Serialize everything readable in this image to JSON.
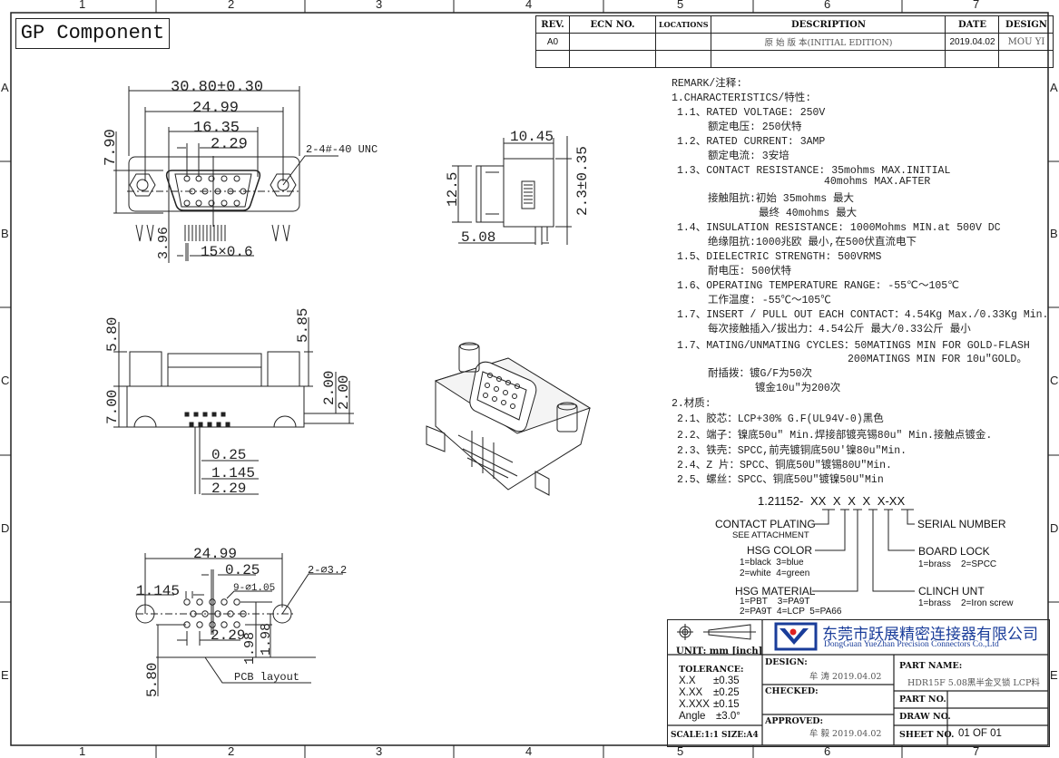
{
  "title_box": "GP Component",
  "grid": {
    "cols": [
      "1",
      "2",
      "3",
      "4",
      "5",
      "6",
      "7"
    ],
    "rows": [
      "A",
      "B",
      "C",
      "D",
      "E"
    ]
  },
  "revision_table": {
    "headers": [
      "REV.",
      "ECN NO.",
      "LOCATIONS",
      "DESCRIPTION",
      "DATE",
      "DESIGN"
    ],
    "rows": [
      [
        "A0",
        "",
        "",
        "原 始 版 本(INITIAL EDITION)",
        "2019.04.02",
        "MOU YI"
      ],
      [
        "",
        "",
        "",
        "",
        "",
        ""
      ]
    ]
  },
  "remarks": [
    "REMARK/注释:",
    "1.CHARACTERISTICS/特性:",
    "1.1、RATED VOLTAGE: 250V",
    "额定电压: 250伏特",
    "1.2、RATED CURRENT: 3AMP",
    "额定电流: 3安培",
    "1.3、CONTACT RESISTANCE: 35mohms MAX.INITIAL",
    "40mohms MAX.AFTER",
    "接触阻抗:初始 35mohms 最大",
    "最终 40mohms 最大",
    "1.4、INSULATION RESISTANCE: 1000Mohms MIN.at 500V DC",
    "绝缘阻抗:1000兆欧 最小,在500伏直流电下",
    "1.5、DIELECTRIC STRENGTH: 500VRMS",
    "耐电压: 500伏特",
    "1.6、OPERATING TEMPERATURE RANGE: -55℃～105℃",
    "工作温度: -55℃～105℃",
    "1.7、INSERT / PULL OUT EACH CONTACT：4.54Kg Max./0.33Kg Min.",
    "每次接触插入/拔出力：4.54公斤 最大/0.33公斤 最小",
    "1.7、MATING/UNMATING CYCLES：50MATINGS MIN FOR GOLD-FLASH",
    "200MATINGS MIN FOR 10u\"GOLD。",
    "耐插拨：镀G/F为50次",
    "镀金10u\"为200次",
    "2.材质:",
    "2.1、胶芯：LCP+30% G.F(UL94V-0)黑色",
    "2.2、端子：镍底50u\" Min.焊接部镀亮锡80u\" Min.接触点镀金.",
    "2.3、铁壳：SPCC,前壳镀铜底50U'镍80u\"Min.",
    "2.4、Z 片：SPCC、铜底50U\"镀锡80U\"Min.",
    "2.5、螺丝：SPCC、铜底50U\"镀镍50U\"Min"
  ],
  "part_code": {
    "code": "1.21152- XX X X X X-XX",
    "contact_plating": "CONTACT PLATING",
    "see_attachment": "SEE ATTACHMENT",
    "hsg_color": "HSG COLOR",
    "hsg_color_opts": [
      "1=black  3=blue",
      "2=white  4=green"
    ],
    "hsg_material": "HSG MATERIAL",
    "hsg_material_opts": [
      "1=PBT    3=PA9T",
      "2=PA9T  4=LCP  5=PA66"
    ],
    "serial_number": "SERIAL NUMBER",
    "board_lock": "BOARD LOCK",
    "board_lock_opts": "1=brass    2=SPCC",
    "clinch_unt": "CLINCH UNT",
    "clinch_unt_opts": "1=brass    2=Iron screw"
  },
  "title_block": {
    "unit": "UNIT: mm [inch]",
    "tolerance_label": "TOLERANCE:",
    "tolerances": [
      [
        "X.X",
        "±0.35"
      ],
      [
        "X.XX",
        "±0.25"
      ],
      [
        "X.XXX",
        "±0.15"
      ],
      [
        "Angle",
        "±3.0°"
      ]
    ],
    "scale": "SCALE:1:1",
    "size": "SIZE:A4",
    "company_cn": "东莞市跃展精密连接器有限公司",
    "company_en": "DongGuan YueZhan Precision Connectors Co.,Ltd",
    "design_label": "DESIGN:",
    "design_value": "牟 涛 2019.04.02",
    "checked_label": "CHECKED:",
    "approved_label": "APPROVED:",
    "approved_value": "牟 毅 2019.04.02",
    "part_name_label": "PART NAME:",
    "part_name_value": "HDR15F 5.08黑半金叉锁 LCP料",
    "part_no_label": "PART NO.",
    "draw_no_label": "DRAW NO.",
    "sheet_no_label": "SHEET NO.",
    "sheet_no_value": "01 OF 01",
    "brand_color": "#1a3d9a",
    "logo_dot_color": "#e02020"
  },
  "dims": {
    "front": {
      "overall": "30.80±0.30",
      "screw_pitch": "24.99",
      "shell": "16.35",
      "pitch": "2.29",
      "height": "7.90",
      "thread": "2-4#-40 UNC",
      "pin_offset": "3.96",
      "pin_w": "15×0.6"
    },
    "side": {
      "depth": "10.45",
      "height": "12.5",
      "pin_off": "2.3±0.35",
      "row": "5.08"
    },
    "bottom": {
      "left_h": "5.80",
      "right_h": "5.85",
      "body_h": "7.00",
      "d1": "2.00",
      "d2": "2.00",
      "p1": "0.25",
      "p2": "1.145",
      "p3": "2.29"
    },
    "pcb": {
      "pitch": "24.99",
      "offset": "0.25",
      "edge": "1.145",
      "holes": "9-⌀1.05",
      "mount": "2-⌀3.2",
      "row_pitch": "2.29",
      "r1": "1.98",
      "r2": "1.98",
      "depth": "5.80",
      "label": "PCB layout"
    }
  }
}
